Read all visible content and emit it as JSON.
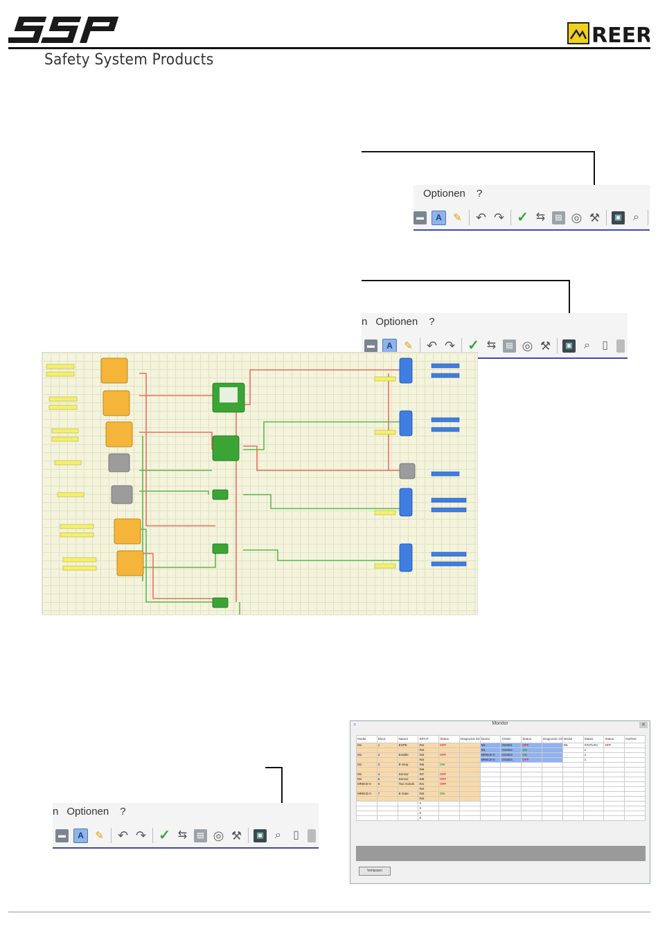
{
  "header": {
    "logo_text": "SSP",
    "tagline": "Safety System Products",
    "partner_logo_text": "REER"
  },
  "toolbar": {
    "menu": [
      "Optionen",
      "?"
    ],
    "icons": [
      "print-icon",
      "a-icon",
      "brush-icon",
      "undo-icon",
      "redo-icon",
      "check-icon",
      "transfer-icon",
      "document-icon",
      "disc-icon",
      "wrench-icon",
      "monitor-icon",
      "zoom-icon",
      "clipboard-icon"
    ],
    "partial_menu_prefix": "n"
  },
  "monitor": {
    "title": "Monitor",
    "headers": [
      "Modul",
      "Block",
      "Nature",
      "INPUT",
      "Status",
      "Diagnostic Eingänge",
      "Modul",
      "OSSD",
      "Status",
      "Diagnostic OSSD",
      "Modul",
      "Status",
      "Status",
      "OutTest"
    ],
    "rows": [
      [
        "M1",
        "1",
        "ESPE",
        "IN1",
        "OFF",
        "",
        "M1",
        "OSSD1",
        "OFF",
        "",
        "M1",
        "STATUS1",
        "OFF",
        ""
      ],
      [
        "",
        "",
        "",
        "IN2",
        "",
        "",
        "M1",
        "OSSD2",
        "ON",
        "",
        "",
        "1",
        "",
        ""
      ],
      [
        "M1",
        "2",
        "Enable",
        "IN3",
        "OFF",
        "",
        "MR8CE-0",
        "OSSD3",
        "ON",
        "",
        "",
        "1",
        "",
        ""
      ],
      [
        "",
        "",
        "",
        "IN4",
        "",
        "",
        "MR8CE-0",
        "OSSD4",
        "OFF",
        "",
        "",
        "1",
        "",
        ""
      ],
      [
        "M1",
        "3",
        "E-Stop",
        "IN5",
        "ON",
        "",
        "",
        "",
        "",
        "",
        "",
        "",
        "",
        ""
      ],
      [
        "",
        "",
        "",
        "IN6",
        "",
        "",
        "",
        "",
        "",
        "",
        "",
        "",
        "",
        ""
      ],
      [
        "M1",
        "4",
        "Sensor",
        "IN7",
        "OFF",
        "",
        "",
        "",
        "",
        "",
        "",
        "",
        "",
        ""
      ],
      [
        "M1",
        "5",
        "Sensor",
        "IN8",
        "OFF",
        "",
        "",
        "",
        "",
        "",
        "",
        "",
        "",
        ""
      ],
      [
        "MR8CE-0",
        "6",
        "Two Hands",
        "IN1",
        "OFF",
        "",
        "",
        "",
        "",
        "",
        "",
        "",
        "",
        ""
      ],
      [
        "",
        "",
        "",
        "IN2",
        "",
        "",
        "",
        "",
        "",
        "",
        "",
        "",
        "",
        ""
      ],
      [
        "MR8CE-0",
        "7",
        "E-Gate",
        "IN3",
        "ON",
        "",
        "",
        "",
        "",
        "",
        "",
        "",
        "",
        ""
      ],
      [
        "",
        "",
        "",
        "IN4",
        "",
        "",
        "",
        "",
        "",
        "",
        "",
        "",
        "",
        ""
      ],
      [
        "",
        "",
        "",
        "X",
        "",
        "",
        "",
        "",
        "",
        "",
        "",
        "",
        "",
        ""
      ],
      [
        "",
        "",
        "",
        "X",
        "",
        "",
        "",
        "",
        "",
        "",
        "",
        "",
        "",
        ""
      ],
      [
        "",
        "",
        "",
        "X",
        "",
        "",
        "",
        "",
        "",
        "",
        "",
        "",
        "",
        ""
      ],
      [
        "",
        "",
        "",
        "X",
        "",
        "",
        "",
        "",
        "",
        "",
        "",
        "",
        "",
        ""
      ]
    ],
    "close_button": "Verlassen"
  },
  "colors": {
    "toolbar_border": "#3b4aa8",
    "input_block": "#f5b43a",
    "logic_block": "#3aa534",
    "output_block": "#3f7ee0",
    "wire_red": "#e87060",
    "wire_green": "#5ab850",
    "status_off": "#e03030",
    "status_on": "#2a9a2a"
  }
}
